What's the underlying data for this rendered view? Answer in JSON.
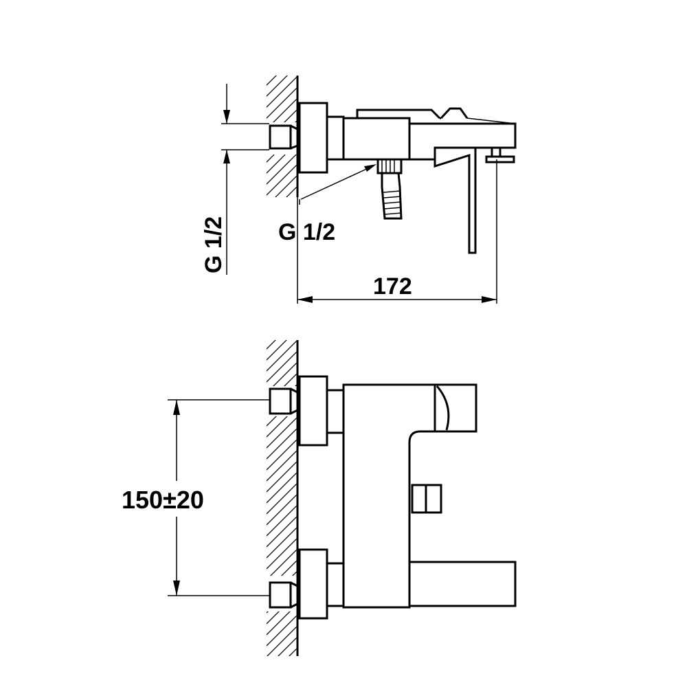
{
  "dimensions": {
    "top_vertical_thread": "G 1/2",
    "outlet_thread": "G 1/2",
    "overall_depth": "172",
    "inlet_spacing": "150±20"
  }
}
